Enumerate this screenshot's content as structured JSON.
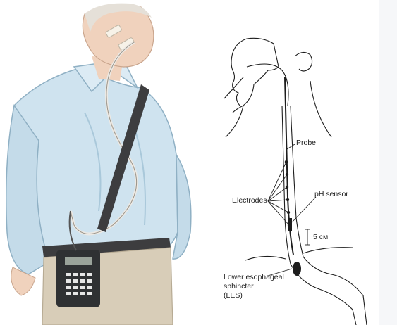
{
  "diagram": {
    "labels": {
      "probe": "Probe",
      "ph_sensor": "pH sensor",
      "electrodes": "Electrodes",
      "distance": "5 см",
      "les_line1": "Lower esophageal",
      "les_line2": "sphincter",
      "les_line3": "(LES)"
    }
  },
  "colors": {
    "shirt": "#cfe3ef",
    "shirt_shadow": "#a9c8da",
    "skin": "#f0d2bd",
    "belt": "#3d3d3f",
    "device": "#2f3133",
    "trousers": "#d8cdb8",
    "ink": "#1d1d1d"
  }
}
